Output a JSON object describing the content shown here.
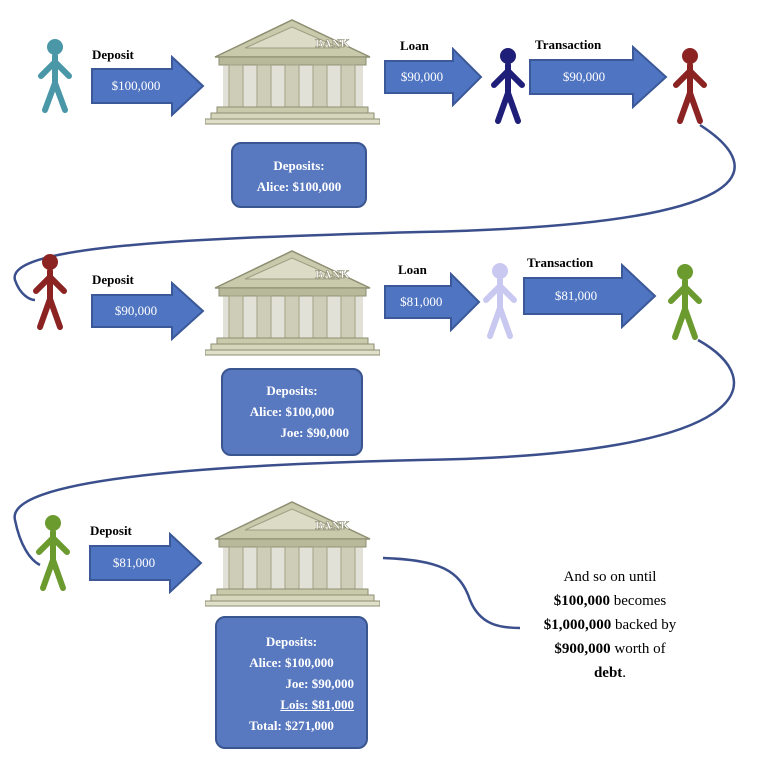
{
  "colors": {
    "arrow_fill": "#4f74c1",
    "arrow_stroke": "#3b5998",
    "box_fill": "#5878bf",
    "connector": "#3a4f8c",
    "alice": "#4a97a8",
    "bob": "#1f1f7a",
    "joe": "#8b2323",
    "lavender": "#c8c8f0",
    "lois": "#6b9a2e",
    "bank_stone": "#c9c9ac"
  },
  "bank_sign": "BANK",
  "rows": [
    {
      "deposit_label": "Deposit",
      "deposit_amount": "$100,000",
      "loan_label": "Loan",
      "loan_amount": "$90,000",
      "transaction_label": "Transaction",
      "transaction_amount": "$90,000",
      "deposits_title": "Deposits:",
      "deposits_lines": [
        "Alice: $100,000"
      ]
    },
    {
      "deposit_label": "Deposit",
      "deposit_amount": "$90,000",
      "loan_label": "Loan",
      "loan_amount": "$81,000",
      "transaction_label": "Transaction",
      "transaction_amount": "$81,000",
      "deposits_title": "Deposits:",
      "deposits_lines": [
        "Alice: $100,000",
        "Joe: $90,000"
      ]
    },
    {
      "deposit_label": "Deposit",
      "deposit_amount": "$81,000",
      "deposits_title": "Deposits:",
      "deposits_lines": [
        "Alice: $100,000",
        "Joe: $90,000",
        "Lois: $81,000",
        "Total: $271,000"
      ]
    }
  ],
  "conclusion": {
    "line1": "And so on until",
    "line2_bold": "$100,000",
    "line2_rest": " becomes",
    "line3_bold": "$1,000,000",
    "line3_rest": " backed by",
    "line4_bold": "$900,000",
    "line4_rest": " worth of",
    "line5_bold": "debt",
    "line5_rest": "."
  }
}
